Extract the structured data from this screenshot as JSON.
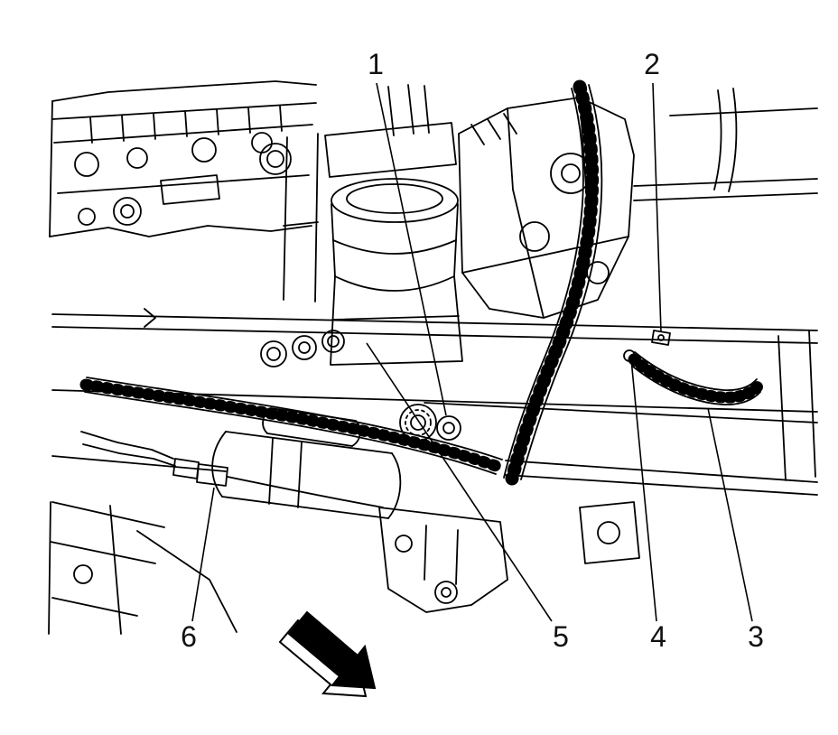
{
  "diagram": {
    "kind": "engine-component-line-art",
    "background_color": "#ffffff",
    "line_color": "#000000"
  },
  "callouts": [
    {
      "label": "1"
    },
    {
      "label": "2"
    },
    {
      "label": "3"
    },
    {
      "label": "4"
    },
    {
      "label": "5"
    },
    {
      "label": "6"
    }
  ],
  "arrow": {
    "direction": "down-right",
    "color": "#000000"
  }
}
